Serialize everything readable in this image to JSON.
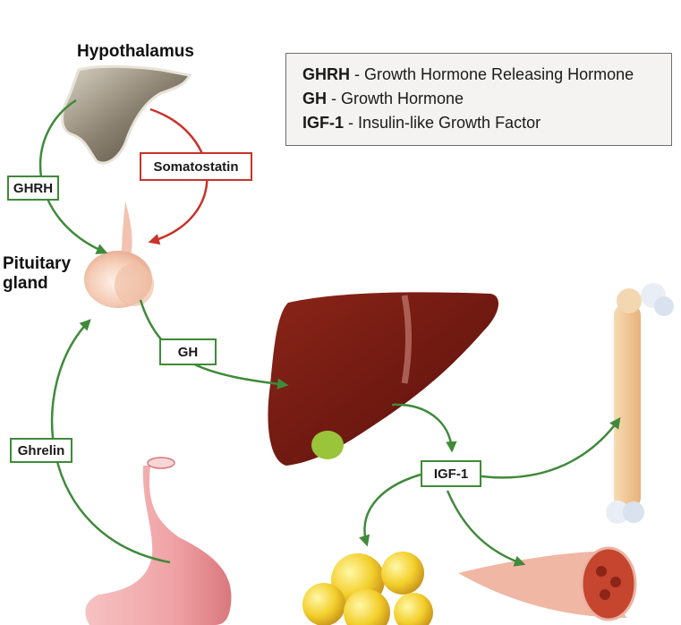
{
  "labels": {
    "hypothalamus": "Hypothalamus",
    "pituitary_line1": "Pituitary",
    "pituitary_line2": "gland"
  },
  "hormone_boxes": {
    "ghrh": "GHRH",
    "somatostatin": "Somatostatin",
    "gh": "GH",
    "ghrelin": "Ghrelin",
    "igf1": "IGF-1"
  },
  "legend": [
    {
      "abbr": "GHRH",
      "text": " - Growth Hormone Releasing Hormone"
    },
    {
      "abbr": "GH",
      "text": " - Growth Hormone"
    },
    {
      "abbr": "IGF-1",
      "text": " - Insulin-like Growth Factor"
    }
  ],
  "colors": {
    "stimulate": "#3f8a3a",
    "inhibit": "#c8332a",
    "liver": "#7a1c14",
    "bone": "#f2cfa0",
    "stomach": "#f0a6a6"
  }
}
